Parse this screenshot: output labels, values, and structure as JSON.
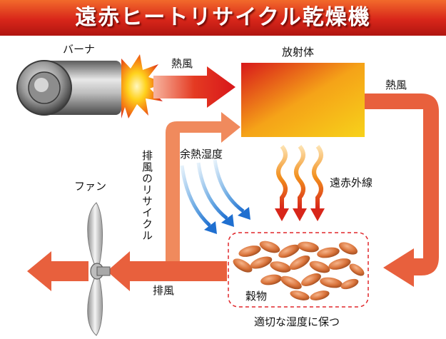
{
  "title": "遠赤ヒートリサイクル乾燥機",
  "labels": {
    "burner": "バーナ",
    "hot_air_top": "熱風",
    "radiator": "放射体",
    "hot_air_right": "熱風",
    "waste_heat_humidity": "余熱湿度",
    "exhaust_recycle": "排風のリサイクル",
    "far_infrared": "遠赤外線",
    "fan": "ファン",
    "grain": "穀物",
    "exhaust": "排風",
    "keep_humidity": "適切な湿度に保つ"
  },
  "colors": {
    "banner": "#d8261a",
    "hot_arrow": "#e2221a",
    "flow_arrow": "#e8603d",
    "recycle_arrow": "#f08a5d",
    "humidity_arrow": "#1f6fd0",
    "infrared_arrow": "#d8261a",
    "grain": "#d9733a"
  }
}
